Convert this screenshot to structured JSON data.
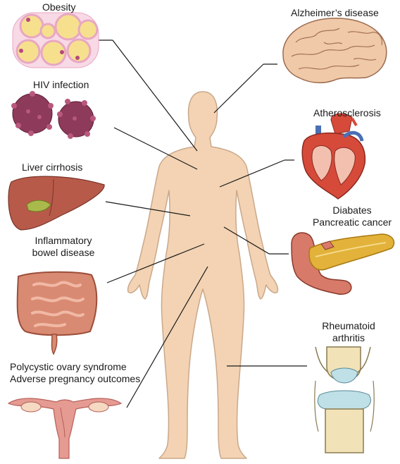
{
  "labels": {
    "obesity": "Obesity",
    "hiv": "HIV infection",
    "liver": "Liver cirrhosis",
    "ibd_line1": "Inflammatory",
    "ibd_line2": "bowel disease",
    "pcos_line1": "Polycystic ovary syndrome",
    "pcos_line2": "Adverse pregnancy outcomes",
    "alzheimers": "Alzheimer’s disease",
    "athero": "Atherosclerosis",
    "diab_line1": "Diabates",
    "diab_line2": "Pancreatic cancer",
    "ra_line1": "Rheumatoid",
    "ra_line2": "arthritis"
  },
  "colors": {
    "skin": "#f3d3b3",
    "skin_outline": "#c9a88a",
    "fat_cell": "#f6e08e",
    "fat_border": "#e8a7c2",
    "virus": "#8e3a5a",
    "liver": "#b85a4a",
    "gallbladder": "#a9b94c",
    "intestine": "#d98a72",
    "uterus": "#e59b92",
    "brain": "#f0c9a8",
    "heart": "#d64a3a",
    "vessel_blue": "#4a6fb5",
    "pancreas": "#e2b23a",
    "duodenum": "#d77a6a",
    "bone": "#f1e2b8",
    "cartilage": "#bfe0e6"
  }
}
